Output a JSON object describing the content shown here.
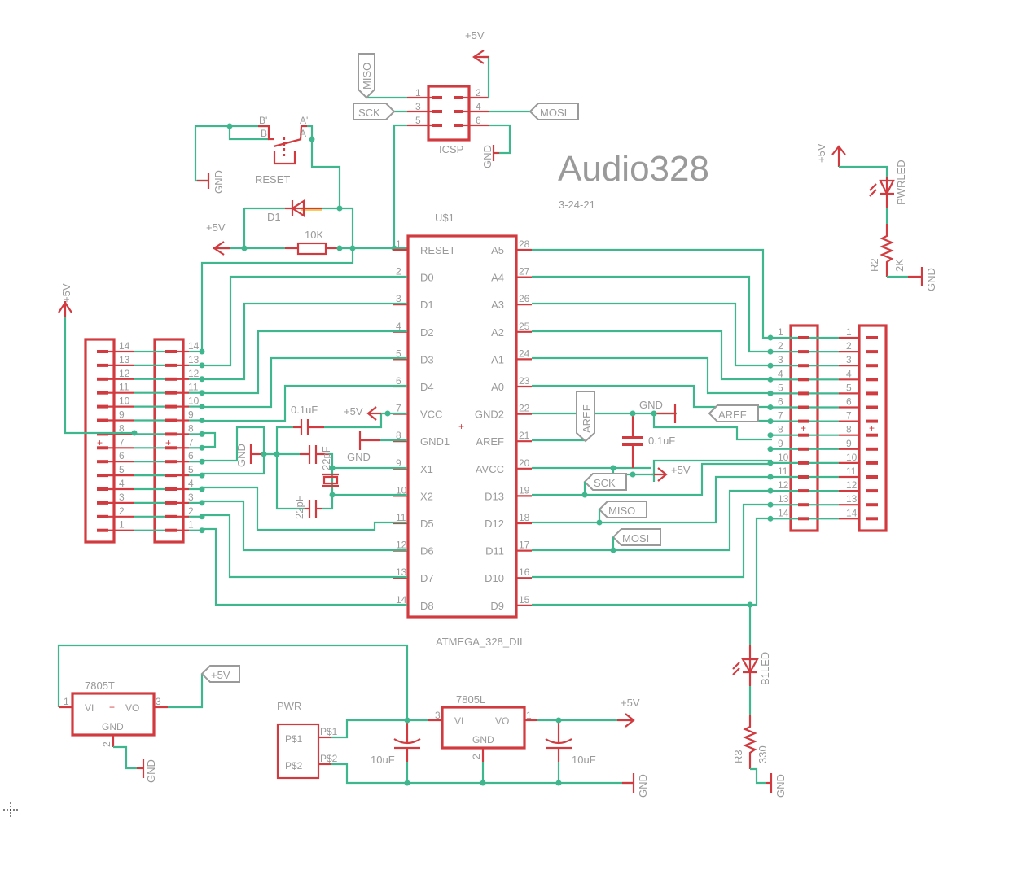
{
  "title": "Audio328",
  "date": "3-24-21",
  "colors": {
    "wire": "#3fb68e",
    "symbol": "#d13b3f",
    "text": "#9a9a9a"
  },
  "mcu": {
    "name": "U$1",
    "value": "ATMEGA_328_DIL",
    "left_pins": [
      {
        "num": "1",
        "name": "RESET"
      },
      {
        "num": "2",
        "name": "D0"
      },
      {
        "num": "3",
        "name": "D1"
      },
      {
        "num": "4",
        "name": "D2"
      },
      {
        "num": "5",
        "name": "D3"
      },
      {
        "num": "6",
        "name": "D4"
      },
      {
        "num": "7",
        "name": "VCC"
      },
      {
        "num": "8",
        "name": "GND1"
      },
      {
        "num": "9",
        "name": "X1"
      },
      {
        "num": "10",
        "name": "X2"
      },
      {
        "num": "11",
        "name": "D5"
      },
      {
        "num": "12",
        "name": "D6"
      },
      {
        "num": "13",
        "name": "D7"
      },
      {
        "num": "14",
        "name": "D8"
      }
    ],
    "right_pins": [
      {
        "num": "28",
        "name": "A5"
      },
      {
        "num": "27",
        "name": "A4"
      },
      {
        "num": "26",
        "name": "A3"
      },
      {
        "num": "25",
        "name": "A2"
      },
      {
        "num": "24",
        "name": "A1"
      },
      {
        "num": "23",
        "name": "A0"
      },
      {
        "num": "22",
        "name": "GND2"
      },
      {
        "num": "21",
        "name": "AREF"
      },
      {
        "num": "20",
        "name": "AVCC"
      },
      {
        "num": "19",
        "name": "D13"
      },
      {
        "num": "18",
        "name": "D12"
      },
      {
        "num": "17",
        "name": "D11"
      },
      {
        "num": "16",
        "name": "D10"
      },
      {
        "num": "15",
        "name": "D9"
      }
    ]
  },
  "icsp": {
    "name": "ICSP",
    "pins": [
      "1",
      "2",
      "3",
      "4",
      "5",
      "6"
    ],
    "labels": {
      "miso": "MISO",
      "sck": "SCK",
      "mosi": "MOSI"
    },
    "supply": "+5V",
    "ground": "GND"
  },
  "reset": {
    "switch": "RESET",
    "contacts": {
      "b_prime": "B'",
      "b": "B",
      "a_prime": "A'",
      "a": "A"
    },
    "diode": "D1",
    "resistor": "10K",
    "supply": "+5V",
    "ground": "GND"
  },
  "decoupling": {
    "vcc_cap": "0.1uF",
    "supply": "+5V",
    "ground": "GND",
    "ground2": "GND",
    "xtal_cap1": "22pF",
    "xtal_cap2": "22pF"
  },
  "aref_section": {
    "aref_label": "AREF",
    "aref_label2": "AREF",
    "ground": "GND",
    "cap": "0.1uF",
    "supply": "+5V",
    "sck": "SCK",
    "miso": "MISO",
    "mosi": "MOSI"
  },
  "left_headers": {
    "pins": [
      "14",
      "13",
      "12",
      "11",
      "10",
      "9",
      "8",
      "7",
      "6",
      "5",
      "4",
      "3",
      "2",
      "1"
    ],
    "supply": "+5V"
  },
  "right_headers": {
    "pins": [
      "1",
      "2",
      "3",
      "4",
      "5",
      "6",
      "7",
      "8",
      "9",
      "10",
      "11",
      "12",
      "13",
      "14"
    ]
  },
  "power_led": {
    "supply": "+5V",
    "led": "PWRLED",
    "resistor": "R2",
    "resistor_value": "2K",
    "ground": "GND"
  },
  "b1_led": {
    "led": "B1LED",
    "resistor": "R3",
    "resistor_value": "330",
    "ground": "GND"
  },
  "reg_t": {
    "name": "7805T",
    "vi": "VI",
    "vo": "VO",
    "gnd": "GND",
    "pin1": "1",
    "pin2": "2",
    "pin3": "3",
    "out_label": "+5V",
    "ground": "GND"
  },
  "reg_l": {
    "name": "7805L",
    "vi": "VI",
    "vo": "VO",
    "gnd": "GND",
    "pin1": "1",
    "pin2": "2",
    "pin3": "3",
    "supply": "+5V",
    "ground": "GND",
    "cap_in": "10uF",
    "cap_out": "10uF"
  },
  "pwr": {
    "name": "PWR",
    "p1": "P$1",
    "p2": "P$2"
  }
}
